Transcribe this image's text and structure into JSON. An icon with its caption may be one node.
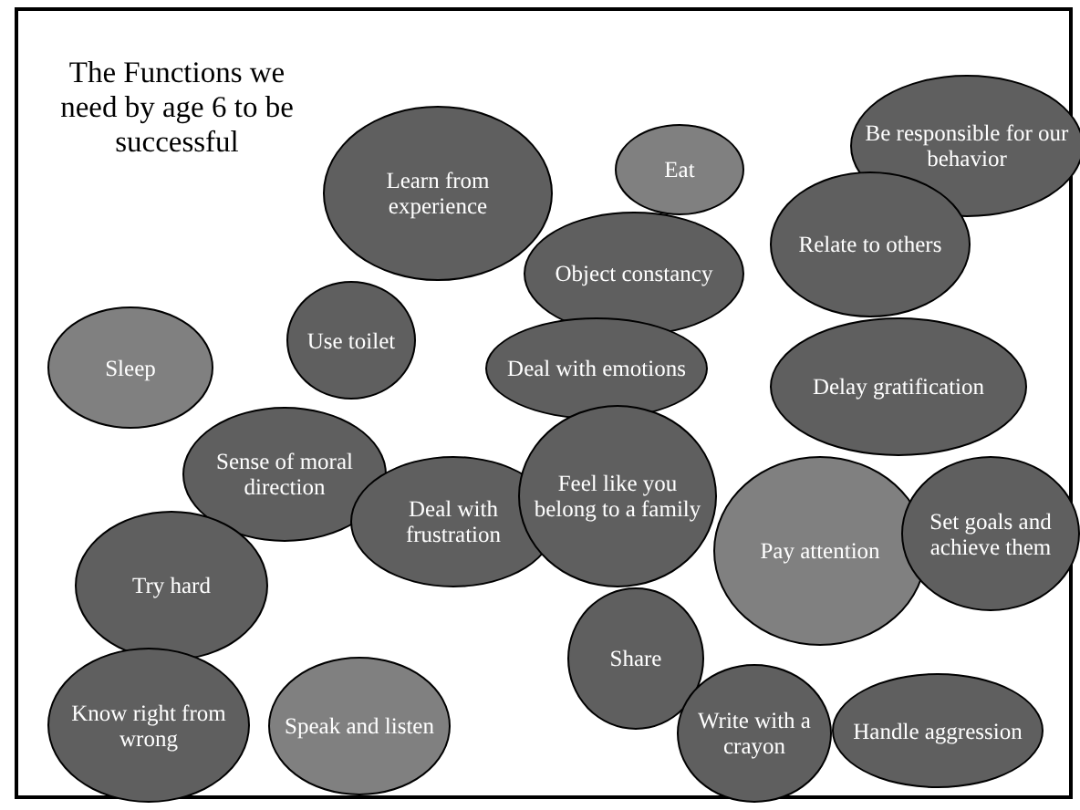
{
  "diagram": {
    "title": "The Functions we need by age 6 to be successful",
    "nodes": [
      {
        "text": [
          "Be responsible for our behavior"
        ]
      },
      {
        "text": [
          "Learn from experience"
        ]
      },
      {
        "text": [
          "Eat"
        ]
      },
      {
        "text": [
          "Relate to others"
        ]
      },
      {
        "text": [
          "Object constancy"
        ]
      },
      {
        "text": [
          "Use toilet"
        ]
      },
      {
        "text": [
          "Sleep"
        ]
      },
      {
        "text": [
          "Deal with emotions"
        ]
      },
      {
        "text": [
          "Delay gratification"
        ]
      },
      {
        "text": [
          "Sense of moral direction"
        ]
      },
      {
        "text": [
          "Deal with frustration"
        ]
      },
      {
        "text": [
          "Feel like you belong to a family"
        ]
      },
      {
        "text": [
          "Pay attention"
        ]
      },
      {
        "text": [
          "Set goals and achieve them"
        ]
      },
      {
        "text": [
          "Try hard"
        ]
      },
      {
        "text": [
          "Share"
        ]
      },
      {
        "text": [
          "Know right from wrong"
        ]
      },
      {
        "text": [
          "Speak and listen"
        ]
      },
      {
        "text": [
          "Write with a crayon"
        ]
      },
      {
        "text": [
          "Handle aggression"
        ]
      }
    ]
  }
}
